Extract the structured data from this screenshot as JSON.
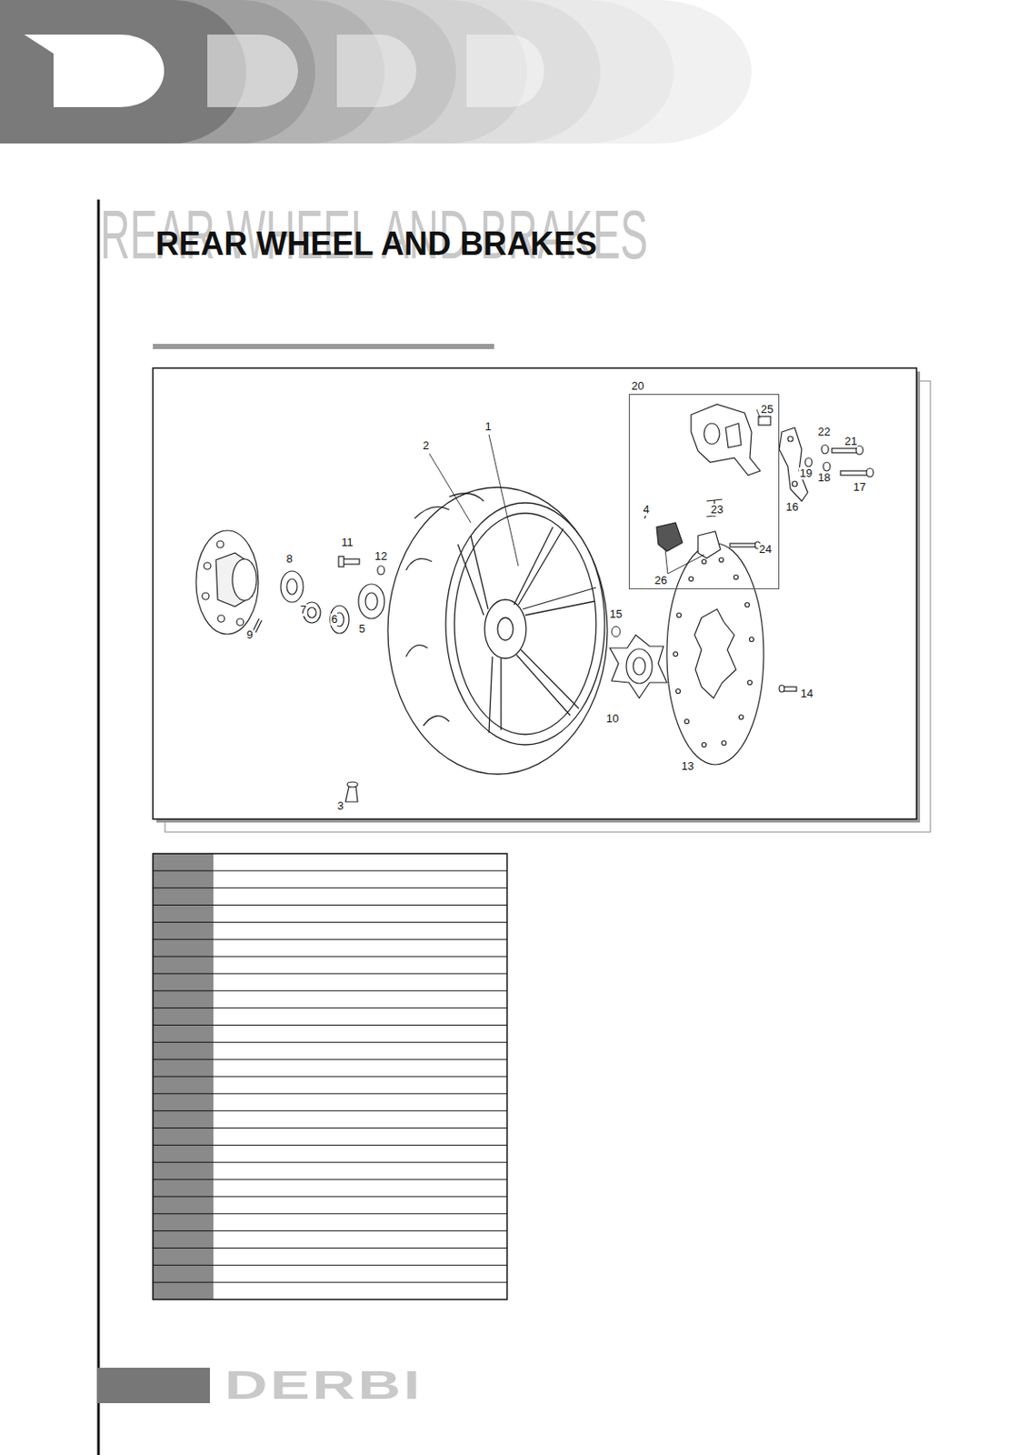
{
  "diagram": {
    "title": "REAR WHEEL AND BRAKES",
    "nodes": [
      {
        "text": [
          "20"
        ]
      }
    ],
    "labels": [
      "REAR WHEEL AND BRAKES",
      "1",
      "2",
      "3",
      "4",
      "5",
      "6",
      "7",
      "8",
      "9",
      "10",
      "11",
      "12",
      "13",
      "14",
      "15",
      "16",
      "17",
      "18",
      "19",
      "21",
      "22",
      "23",
      "24",
      "25",
      "26",
      "DERBI"
    ]
  }
}
